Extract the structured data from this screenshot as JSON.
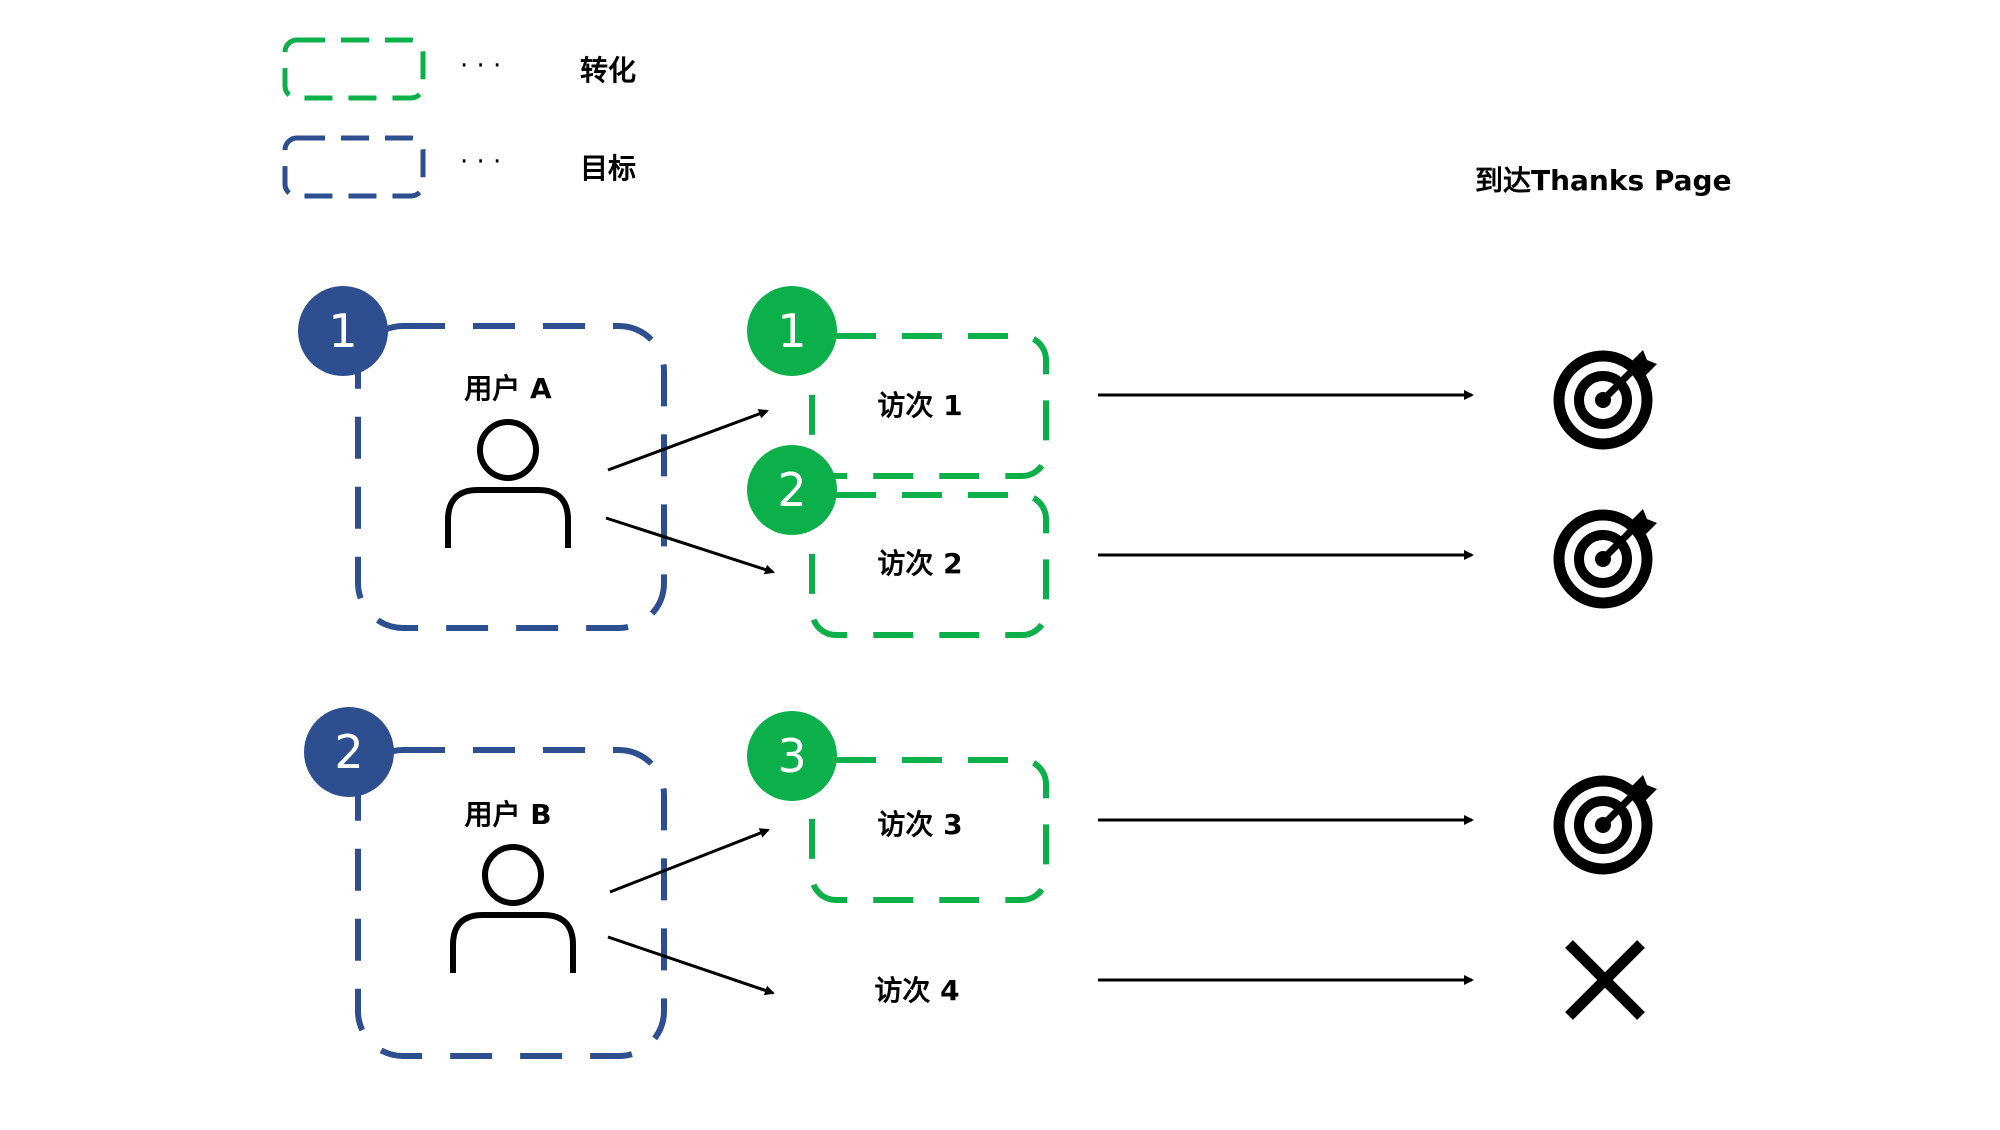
{
  "colors": {
    "green": "#0CB04A",
    "blue": "#2E4F8F",
    "black": "#000000",
    "white": "#FFFFFF"
  },
  "legend": [
    {
      "label": "转化",
      "dots": "· · ·",
      "color": "green"
    },
    {
      "label": "目标",
      "dots": "· · ·",
      "color": "blue"
    }
  ],
  "outcome_header": "到达Thanks Page",
  "users": [
    {
      "badge": "1",
      "label": "用户 A"
    },
    {
      "badge": "2",
      "label": "用户 B"
    }
  ],
  "visits": [
    {
      "label": "访次 1",
      "conversion_badge": "1",
      "outcome": "goal",
      "outcome_icon": "target-icon"
    },
    {
      "label": "访次 2",
      "conversion_badge": "2",
      "outcome": "goal",
      "outcome_icon": "target-icon"
    },
    {
      "label": "访次 3",
      "conversion_badge": "3",
      "outcome": "goal",
      "outcome_icon": "target-icon"
    },
    {
      "label": "访次 4",
      "conversion_badge": "",
      "outcome": "none",
      "outcome_icon": "x-icon"
    }
  ]
}
